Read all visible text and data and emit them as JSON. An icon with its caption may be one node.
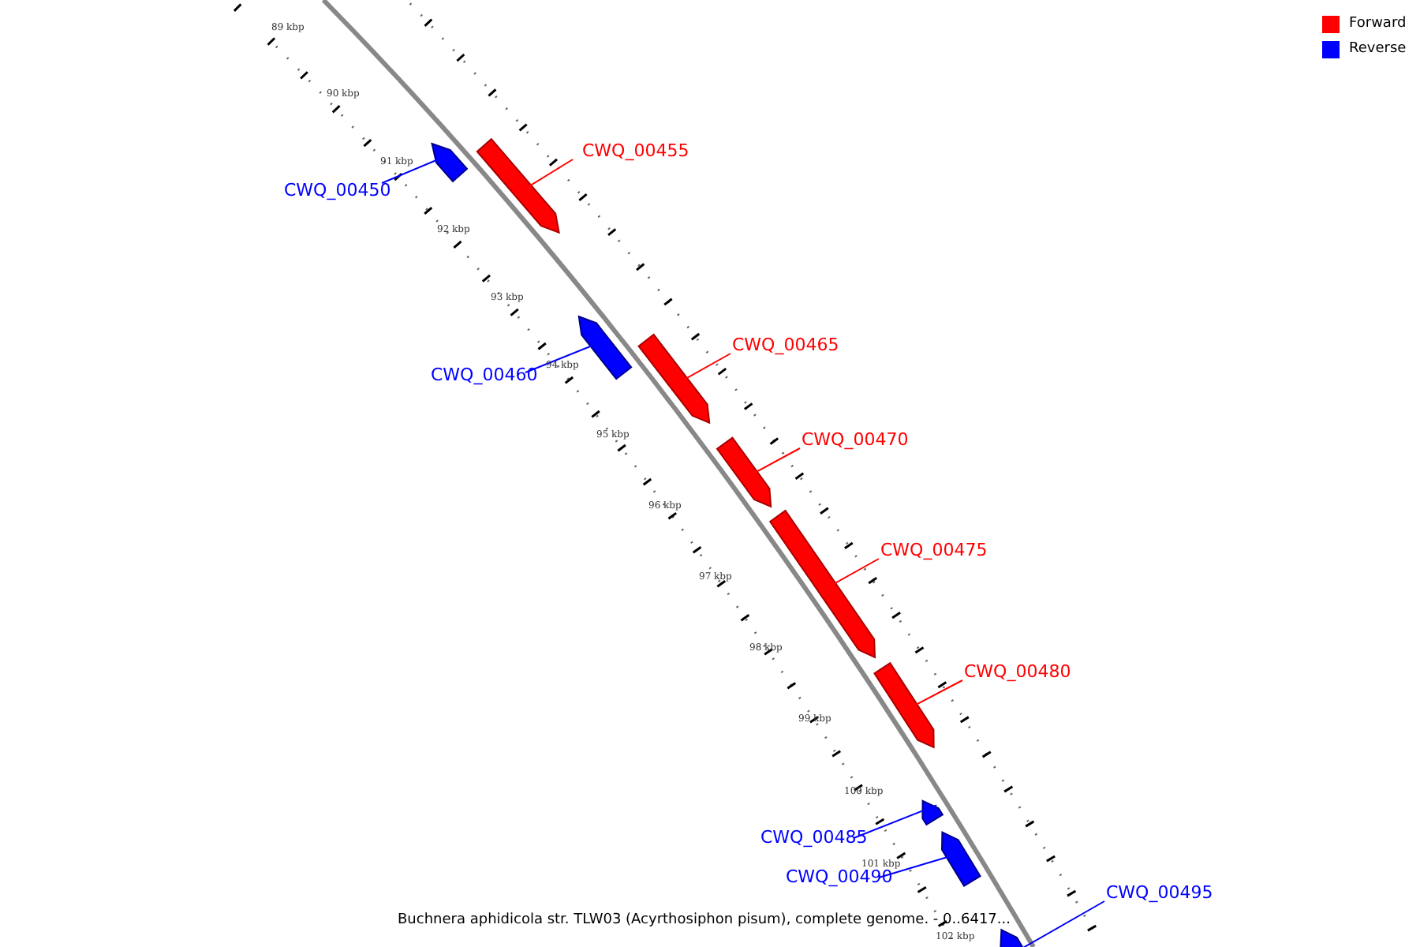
{
  "diagram": {
    "caption": "Buchnera aphidicola str. TLW03 (Acyrthosiphon pisum), complete genome. - 0..6417...",
    "nodes": [
      {
        "text": [
          "CWQ_00450"
        ]
      },
      {
        "text": [],
        "shape": "arrow"
      },
      {
        "text": [
          "CWQ_00455"
        ]
      },
      {
        "text": [],
        "shape": "arrow"
      },
      {
        "text": [
          "CWQ_00460"
        ]
      },
      {
        "text": [],
        "shape": "arrow"
      },
      {
        "text": [
          "CWQ_00465"
        ]
      },
      {
        "text": [],
        "shape": "arrow"
      },
      {
        "text": [
          "CWQ_00470"
        ]
      },
      {
        "text": [],
        "shape": "arrow"
      },
      {
        "text": [
          "CWQ_00475"
        ]
      },
      {
        "text": [],
        "shape": "arrow"
      },
      {
        "text": [
          "CWQ_00480"
        ]
      },
      {
        "text": [],
        "shape": "arrow"
      },
      {
        "text": [
          "CWQ_00485"
        ]
      },
      {
        "text": [],
        "shape": "arrow"
      },
      {
        "text": [
          "CWQ_00490"
        ]
      },
      {
        "text": [],
        "shape": "arrow"
      },
      {
        "text": [
          "CWQ_00495"
        ]
      },
      {
        "text": [],
        "shape": "arrow"
      }
    ],
    "edges": [
      {
        "from": 0,
        "to": 1,
        "arrow": "none",
        "color": "#0000ff"
      },
      {
        "from": 2,
        "to": 3,
        "arrow": "none",
        "color": "#ff0000"
      },
      {
        "from": 4,
        "to": 5,
        "arrow": "none",
        "color": "#0000ff"
      },
      {
        "from": 6,
        "to": 7,
        "arrow": "none",
        "color": "#ff0000"
      },
      {
        "from": 8,
        "to": 9,
        "arrow": "none",
        "color": "#ff0000"
      },
      {
        "from": 10,
        "to": 11,
        "arrow": "none",
        "color": "#ff0000"
      },
      {
        "from": 12,
        "to": 13,
        "arrow": "none",
        "color": "#ff0000"
      },
      {
        "from": 14,
        "to": 15,
        "arrow": "none",
        "color": "#0000ff"
      },
      {
        "from": 16,
        "to": 17,
        "arrow": "none",
        "color": "#0000ff"
      },
      {
        "from": 18,
        "to": 19,
        "arrow": "none",
        "color": "#0000ff"
      }
    ],
    "labels": [
      "89 kbp",
      "90 kbp",
      "91 kbp",
      "92 kbp",
      "93 kbp",
      "94 kbp",
      "95 kbp",
      "96 kbp",
      "97 kbp",
      "98 kbp",
      "99 kbp",
      "100 kbp",
      "101 kbp",
      "102 kbp"
    ],
    "legend": [
      {
        "text": "Forward",
        "color": "#ff0000"
      },
      {
        "text": "Reverse",
        "color": "#0000ff"
      }
    ]
  }
}
